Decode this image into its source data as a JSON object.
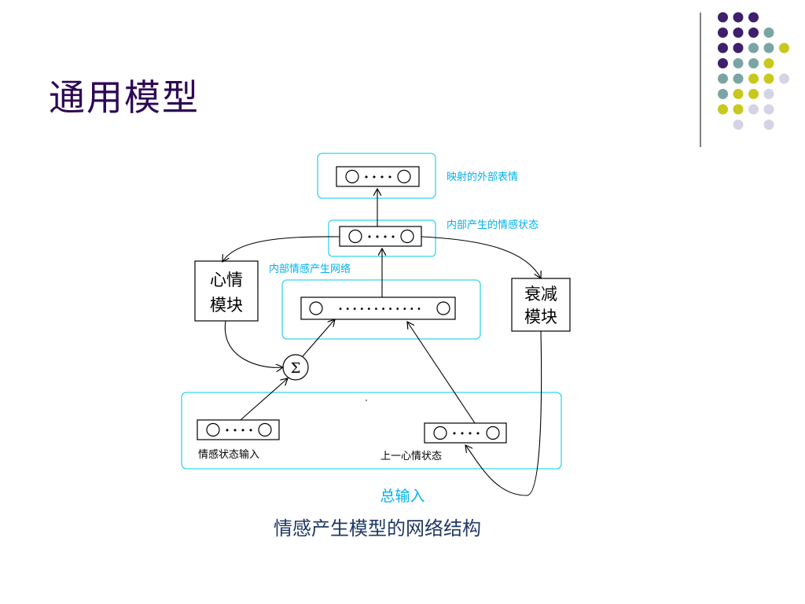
{
  "slide": {
    "title": "通用模型"
  },
  "decoration": {
    "dot_colors": {
      "purple": "#3f1f6b",
      "teal": "#7aa5a5",
      "yellow": "#c8c81e",
      "lavender": "#d6d3e6"
    }
  },
  "diagram": {
    "labels": {
      "external_expression": "映射的外部表情",
      "internal_state": "内部产生的情感状态",
      "internal_network": "内部情感产生网络",
      "mood_module": [
        "心情",
        "模块"
      ],
      "decay_module": [
        "衰减",
        "模块"
      ],
      "sum_symbol": "Σ",
      "emotion_input": "情感状态输入",
      "prev_mood_state": "上一心情状态"
    },
    "neuron_dots": {
      "short": "• • • •",
      "long": "• • • • • • • • • • • •"
    },
    "colors": {
      "frame": "#33d6e6",
      "caption_total": "#00b0f0",
      "caption_main": "#1f3864",
      "title": "#2e0854"
    }
  },
  "captions": {
    "total_input": "总输入",
    "figure_caption": "情感产生模型的网络结构"
  }
}
